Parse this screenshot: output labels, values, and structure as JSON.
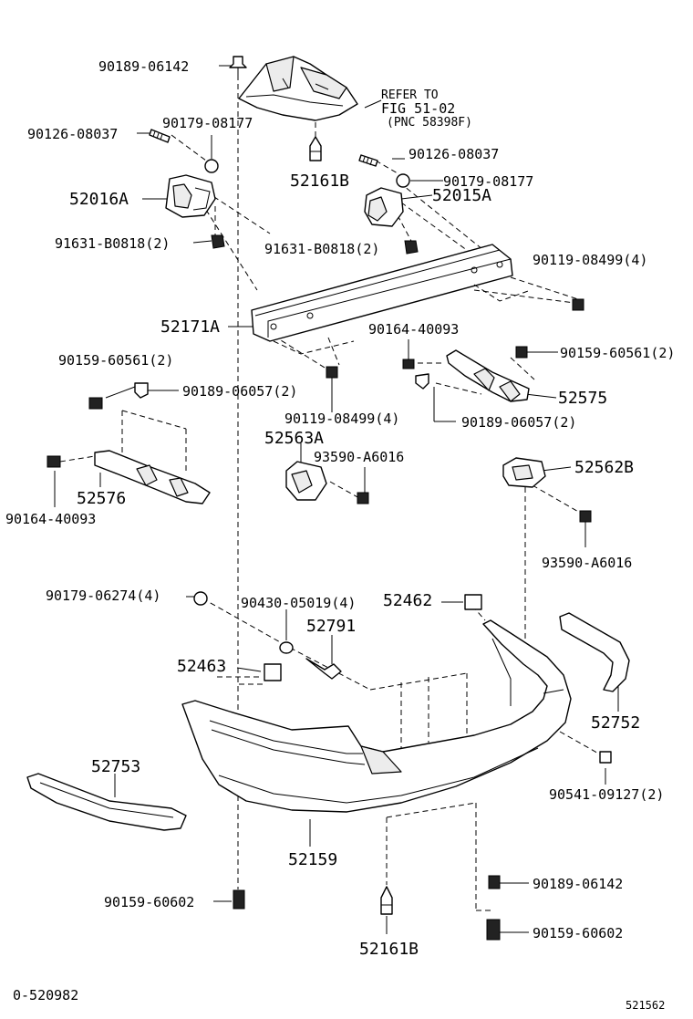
{
  "labels": {
    "p90189_06142_top": "90189-06142",
    "p90126_08037_l": "90126-08037",
    "p90179_08177_l": "90179-08177",
    "p52016A": "52016A",
    "p91631_B0818_l": "91631-B0818(2)",
    "refer_1": "REFER TO",
    "refer_2": "FIG 51-02",
    "refer_3": "(PNC 58398F)",
    "p52161B_top": "52161B",
    "p90126_08037_r": "90126-08037",
    "p90179_08177_r": "90179-08177",
    "p52015A": "52015A",
    "p91631_B0818_r": "91631-B0818(2)",
    "p90119_08499_r": "90119-08499(4)",
    "p52171A": "52171A",
    "p90164_40093_r": "90164-40093",
    "p90159_60561_l": "90159-60561(2)",
    "p90159_60561_r": "90159-60561(2)",
    "p90189_06057_l": "90189-06057(2)",
    "p52575": "52575",
    "p90119_08499_l": "90119-08499(4)",
    "p90189_06057_r": "90189-06057(2)",
    "p52563A": "52563A",
    "p93590_A6016_l": "93590-A6016",
    "p52562B": "52562B",
    "p52576": "52576",
    "p90164_40093_l": "90164-40093",
    "p93590_A6016_r": "93590-A6016",
    "p90179_06274": "90179-06274(4)",
    "p90430_05019": "90430-05019(4)",
    "p52462": "52462",
    "p52791": "52791",
    "p52463": "52463",
    "p52752": "52752",
    "p52753": "52753",
    "p90541_09127": "90541-09127(2)",
    "p52159": "52159",
    "p90189_06142_bot": "90189-06142",
    "p90159_60602_l": "90159-60602",
    "p90159_60602_r": "90159-60602",
    "p52161B_bot": "52161B",
    "footer_left": "0-520982",
    "footer_right": "521562"
  }
}
